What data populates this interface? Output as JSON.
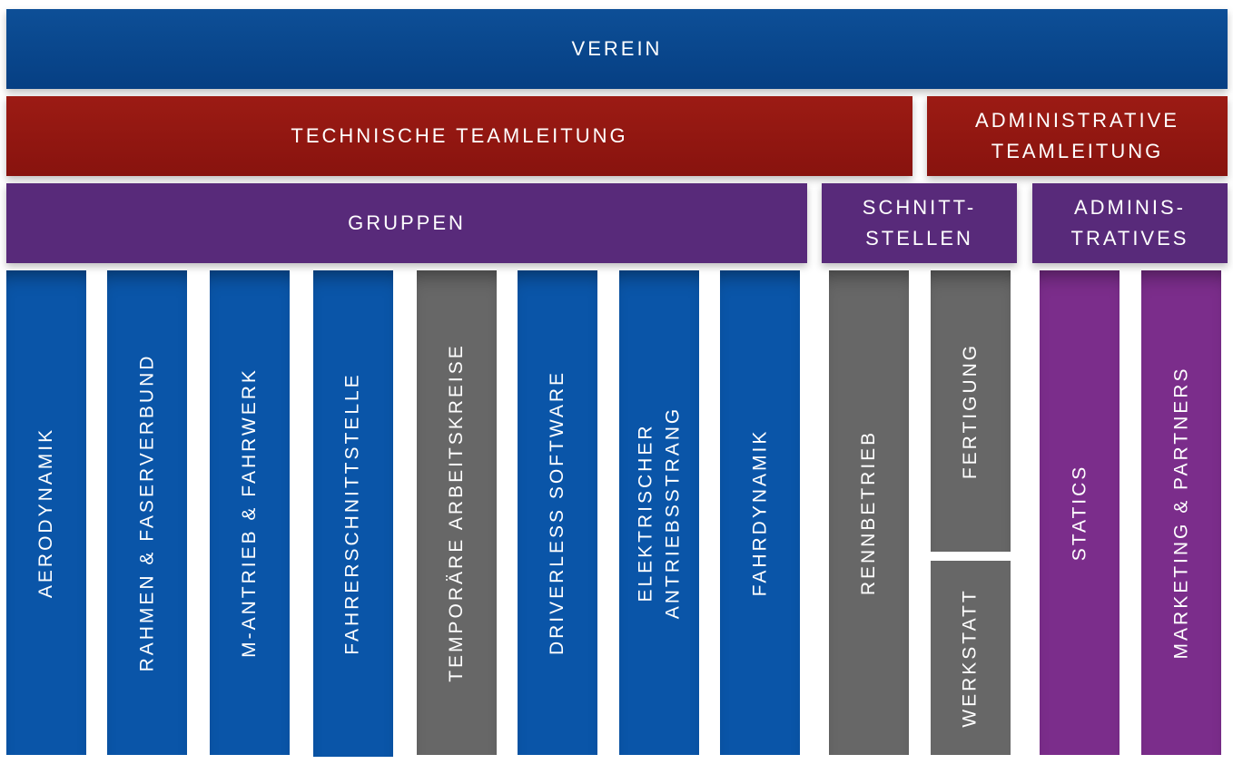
{
  "levels": {
    "verein": "VEREIN",
    "technical_lead": "TECHNISCHE TEAMLEITUNG",
    "admin_lead": "ADMINISTRATIVE\nTEAMLEITUNG"
  },
  "categories": {
    "groups": "GRUPPEN",
    "interfaces": "SCHNITT-\nSTELLEN",
    "administrative": "ADMINIS-\nTRATIVES"
  },
  "groups": [
    "AERODYNAMIK",
    "RAHMEN & FASERVERBUND",
    "M-ANTRIEB & FAHRWERK",
    "FAHRERSCHNITTSTELLE",
    "TEMPORÄRE ARBEITSKREISE",
    "DRIVERLESS SOFTWARE",
    "ELEKTRISCHER\nANTRIEBSSTRANG",
    "FAHRDYNAMIK"
  ],
  "interfaces": [
    "RENNBETRIEB",
    "FERTIGUNG",
    "WERKSTATT"
  ],
  "administrative": [
    "STATICS",
    "MARKETING & PARTNERS"
  ],
  "colors": {
    "verein": "#0a4a91",
    "leadership": "#921810",
    "category": "#582a7a",
    "group_blue": "#0a55a8",
    "group_gray": "#676767",
    "admin_magenta": "#7b2d8b"
  }
}
